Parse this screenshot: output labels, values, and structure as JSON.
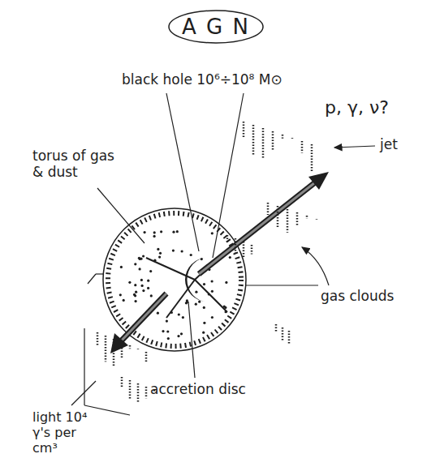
{
  "diagram": {
    "title": "A G N",
    "labels": [
      "black hole 10⁶÷10⁸ M⊙",
      "torus of gas & dust",
      "p, γ, ν?",
      "jet",
      "gas clouds",
      "accretion disc",
      "light 10⁴ γ's per cm³"
    ]
  }
}
